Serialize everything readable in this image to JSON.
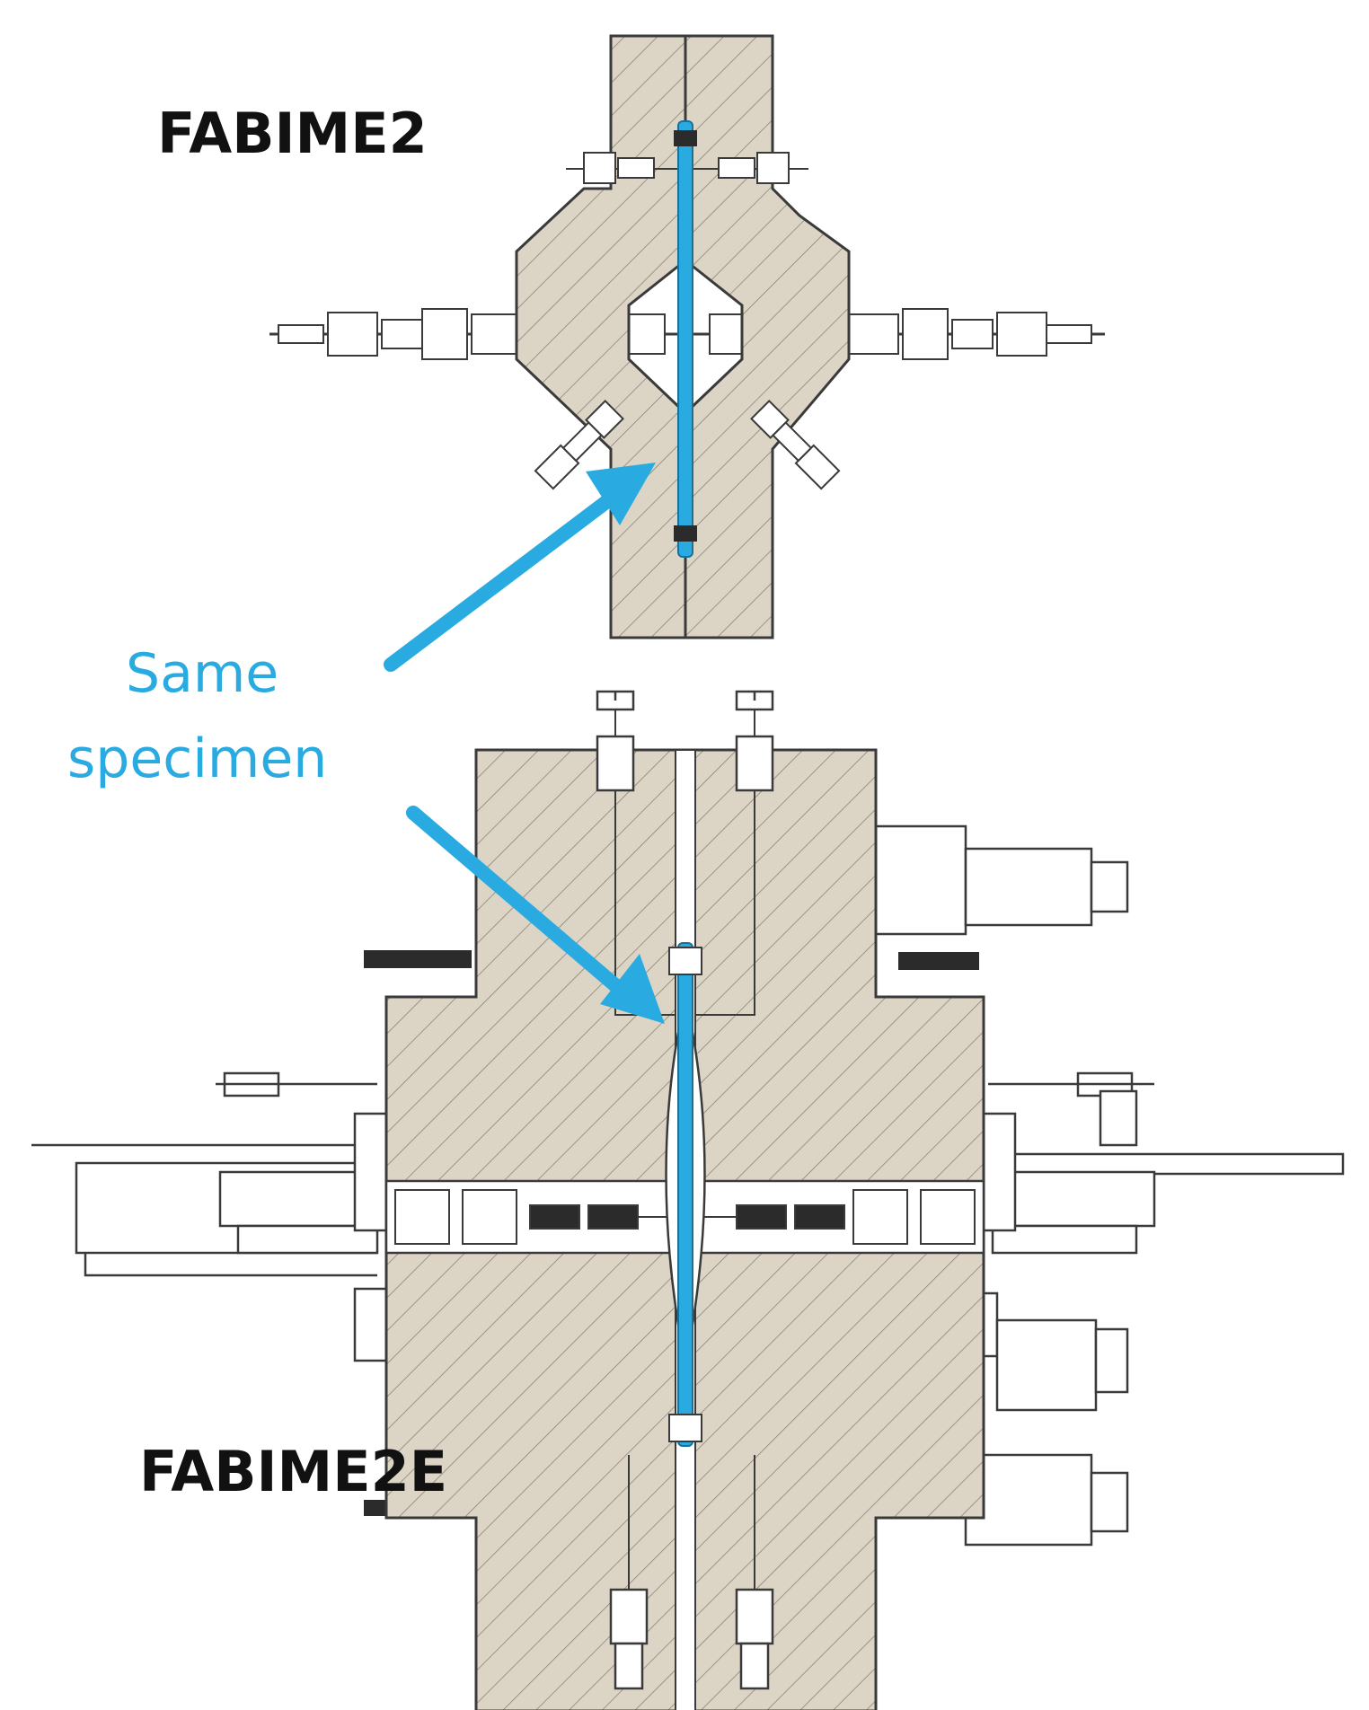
{
  "labels": {
    "top_device": "FABIME2",
    "bottom_device": "FABIME2E",
    "callout_line1": "Same",
    "callout_line2": "specimen"
  },
  "colors": {
    "body_fill": "#DCD5C6",
    "outline": "#3A3A3A",
    "hatch": "#7F7A70",
    "specimen": "#29ABE2",
    "label_black": "#111111",
    "label_blue": "#29ABE2",
    "fitting_fill": "#FFFFFF"
  }
}
